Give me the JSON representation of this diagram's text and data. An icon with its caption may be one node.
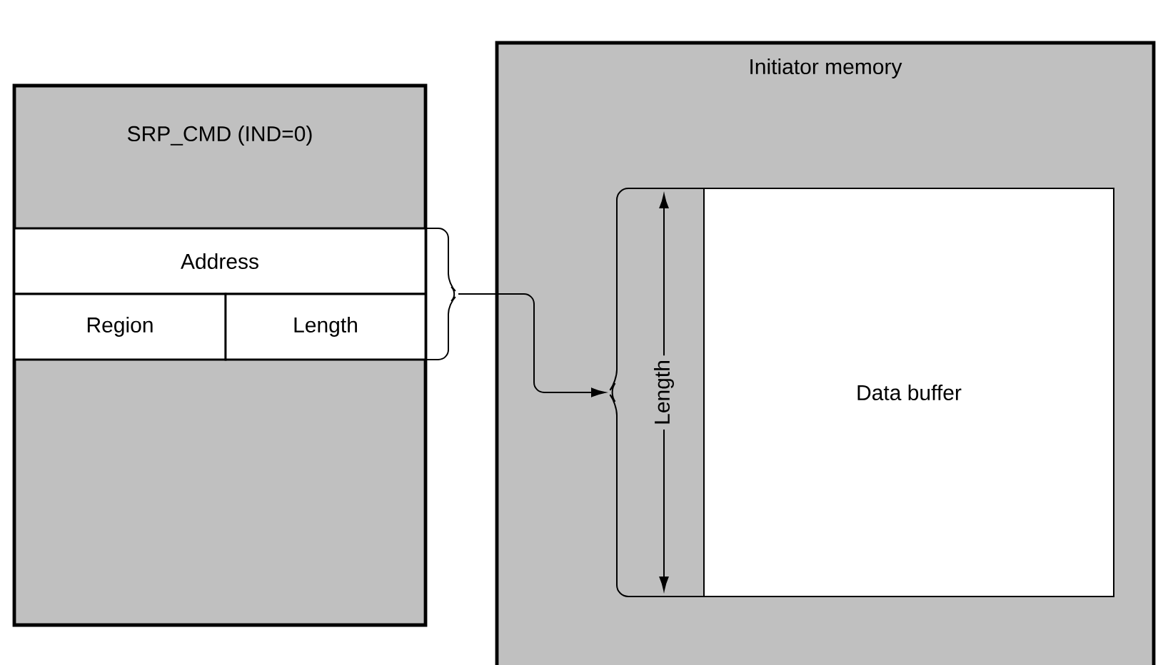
{
  "diagram": {
    "nodes": [
      {
        "text": [
          "SRP_CMD (IND=0)"
        ]
      },
      {
        "text": [
          "Address"
        ],
        "in": 0
      },
      {
        "text": [
          "Region"
        ],
        "in": 0
      },
      {
        "text": [
          "Length"
        ],
        "in": 0
      },
      {
        "text": [
          "Initiator memory"
        ]
      },
      {
        "text": [
          "Data buffer"
        ],
        "in": 4
      }
    ],
    "edges": [
      {
        "from": 0,
        "to": 5,
        "arrow": "to"
      }
    ],
    "labels": [
      "Length"
    ]
  }
}
